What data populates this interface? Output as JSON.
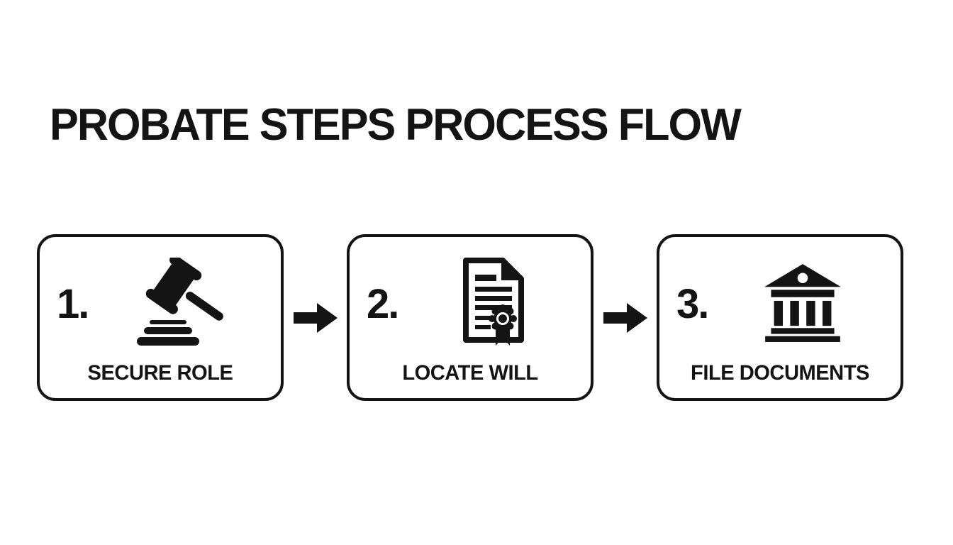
{
  "page": {
    "background_color": "#ffffff",
    "ink_color": "#141414"
  },
  "title": "PROBATE STEPS PROCESS FLOW",
  "steps": [
    {
      "number": "1.",
      "label": "SECURE ROLE",
      "icon": "gavel-icon"
    },
    {
      "number": "2.",
      "label": "LOCATE WILL",
      "icon": "will-certificate-icon"
    },
    {
      "number": "3.",
      "label": "FILE DOCUMENTS",
      "icon": "courthouse-icon"
    }
  ],
  "connectors": [
    {
      "icon": "arrow-right-icon"
    },
    {
      "icon": "arrow-right-icon"
    }
  ]
}
